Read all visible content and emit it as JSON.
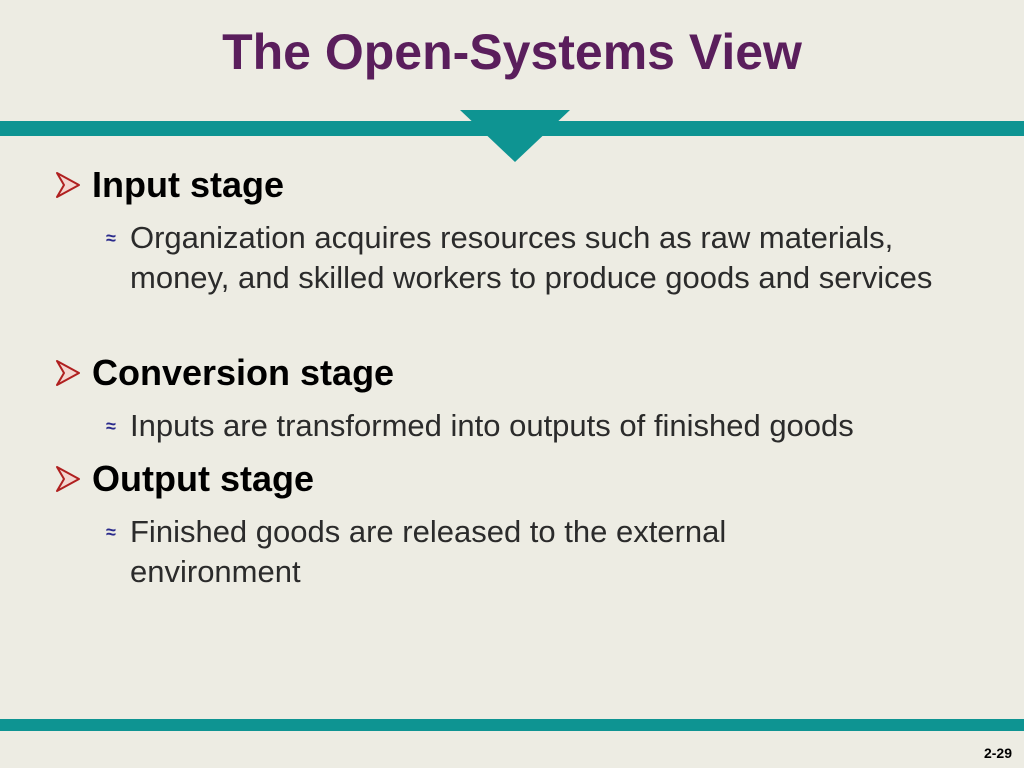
{
  "title": "The Open-Systems View",
  "items": [
    {
      "heading": "Input stage",
      "sub": "Organization acquires resources such as raw materials, money, and skilled workers to produce goods and services"
    },
    {
      "heading": "Conversion stage",
      "sub": "Inputs are transformed into outputs of finished goods"
    },
    {
      "heading": "Output stage",
      "sub": "Finished goods are released to the external environment"
    }
  ],
  "page_number": "2-29",
  "colors": {
    "title": "#5a1e5c",
    "accent_bar": "#0e9492",
    "bullet_arrow": "#b02020",
    "sub_bullet": "#2a2a8c",
    "background": "#edece3"
  },
  "icons": {
    "level1": "arrow-bullet-icon",
    "level2": "approx-bullet-icon"
  }
}
